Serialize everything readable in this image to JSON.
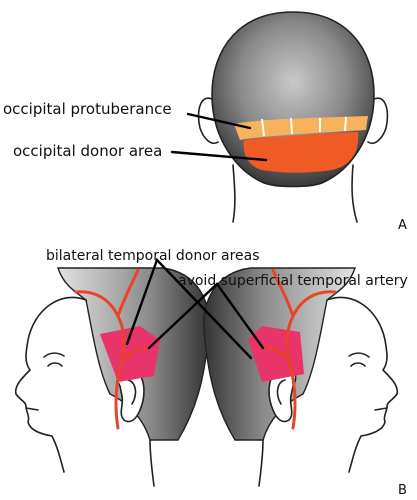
{
  "panel_a": {
    "letter": "A",
    "labels": {
      "occipital_protuberance": "occipital protuberance",
      "occipital_donor_area": "occipital donor area"
    }
  },
  "panel_b": {
    "letter": "B",
    "labels": {
      "bilateral_temporal_donor_areas": "bilateral temporal donor areas",
      "avoid_superficial_temporal_artery": "avoid superficial temporal artery"
    }
  },
  "colors": {
    "hair_dark": "#333333",
    "hair_light": "#d6d6d6",
    "protuberance_band": "#f7b25c",
    "occipital_donor": "#f05a24",
    "temporal_donor": "#e8336b",
    "artery": "#e8442a"
  }
}
